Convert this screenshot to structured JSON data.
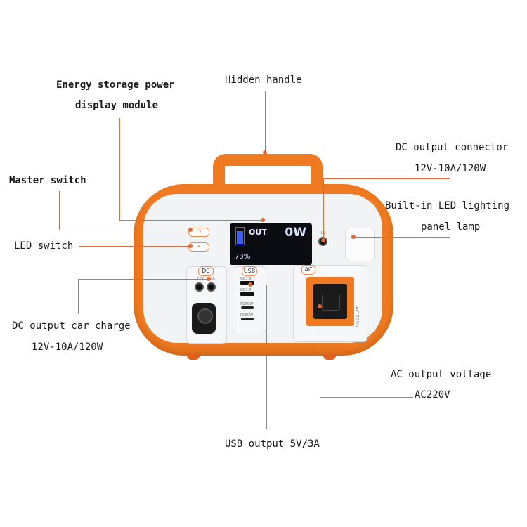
{
  "labels": {
    "energy_display": [
      "Energy storage power",
      "display module"
    ],
    "hidden_handle": "Hidden handle",
    "dc_output_connector": [
      "DC output connector",
      "12V-10A/120W"
    ],
    "master_switch": "Master switch",
    "builtin_led": [
      "Built-in LED lighting",
      "panel lamp"
    ],
    "led_switch": "LED switch",
    "dc_car_charge": [
      "DC output car charge",
      "12V-10A/120W"
    ],
    "ac_output": [
      "AC output voltage",
      "AC220V"
    ],
    "usb_output": "USB output 5V/3A"
  },
  "device": {
    "lcd_out": "OUT",
    "lcd_watt": "0W",
    "lcd_pct": "73%",
    "dc_tag": "DC",
    "usb_tag": "USB",
    "ac_tag": "AC",
    "in_label": "IN",
    "dc_small": [
      "12V",
      "10A"
    ],
    "usb_small": [
      "QC3.0",
      "QC3.0",
      "PD60W",
      "PD60W"
    ],
    "ac_vertical": "AC 220V"
  },
  "colors": {
    "shell": "#f07a21",
    "leader_line": "#e06a3b",
    "panel": "#f2f3f4"
  }
}
